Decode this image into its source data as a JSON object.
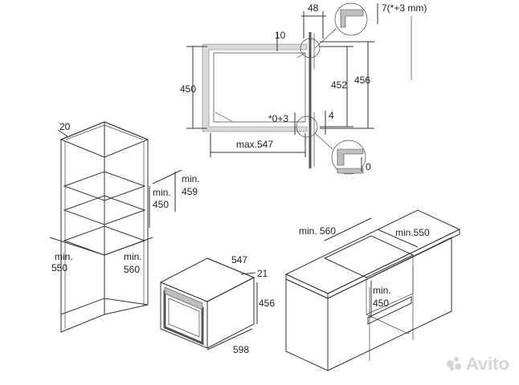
{
  "cross_section": {
    "dim_48": "48",
    "dim_7": "7(*+3 mm)",
    "dim_10": "10",
    "dim_450": "450",
    "dim_452": "452",
    "dim_456": "456",
    "dim_0_3": "*0+3",
    "dim_4": "4",
    "dim_max547": "max.547",
    "dim_0": "0"
  },
  "tall_cabinet": {
    "dim_20": "20",
    "dim_min459_a": "min.",
    "dim_min459_b": "459",
    "dim_min450_a": "min.",
    "dim_min450_b": "450",
    "dim_min550_a": "min.",
    "dim_min550_b": "550",
    "dim_min560_a": "min.",
    "dim_min560_b": "560"
  },
  "oven": {
    "dim_547": "547",
    "dim_21": "21",
    "dim_456": "456",
    "dim_598": "598"
  },
  "base_cabinet": {
    "dim_min560": "min. 560",
    "dim_min550": "min.550",
    "dim_min450_a": "min.",
    "dim_min450_b": "450"
  },
  "watermark": {
    "label": "Avito"
  }
}
